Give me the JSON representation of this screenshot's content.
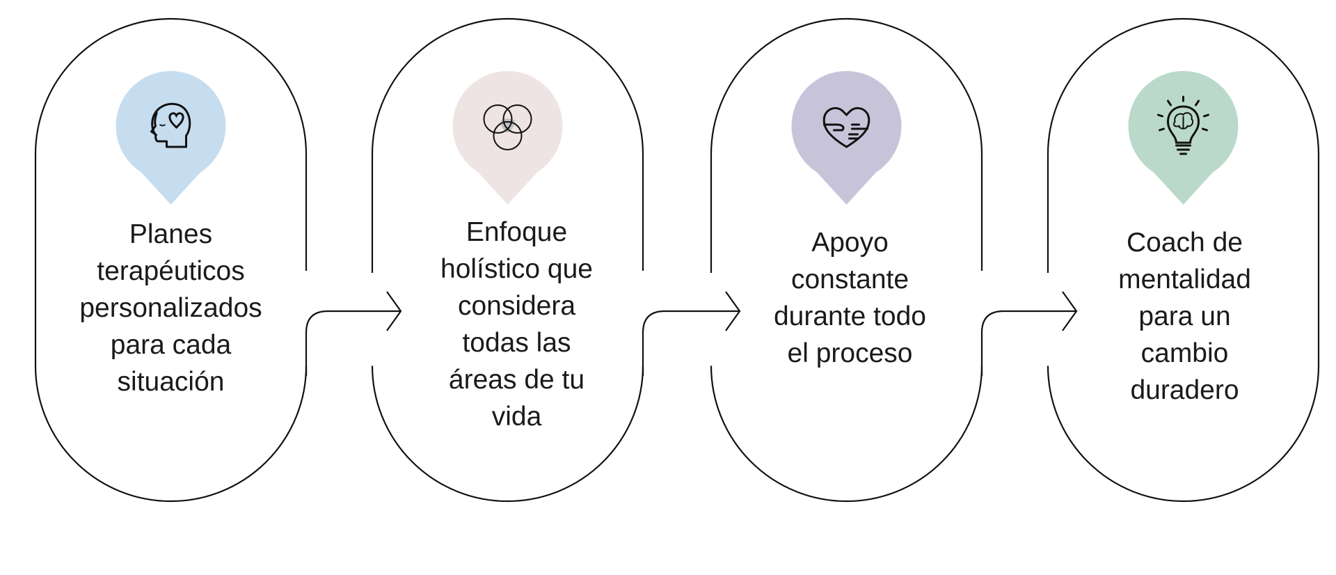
{
  "steps": [
    {
      "icon": "head-heart-icon",
      "color": "#c6ddf0",
      "lines": [
        "Planes",
        "terapéuticos",
        "personalizados",
        "para cada",
        "situación"
      ]
    },
    {
      "icon": "venn-circles-icon",
      "color": "#efe4e4",
      "lines": [
        "Enfoque",
        "holístico que",
        "considera",
        "todas las",
        "áreas de tu",
        "vida"
      ]
    },
    {
      "icon": "heart-hands-icon",
      "color": "#c7c4da",
      "lines": [
        "Apoyo",
        "constante",
        "durante todo",
        "el proceso"
      ]
    },
    {
      "icon": "lightbulb-brain-icon",
      "color": "#bad9ca",
      "lines": [
        "Coach de",
        "mentalidad",
        "para un",
        "cambio",
        "duradero"
      ]
    }
  ]
}
